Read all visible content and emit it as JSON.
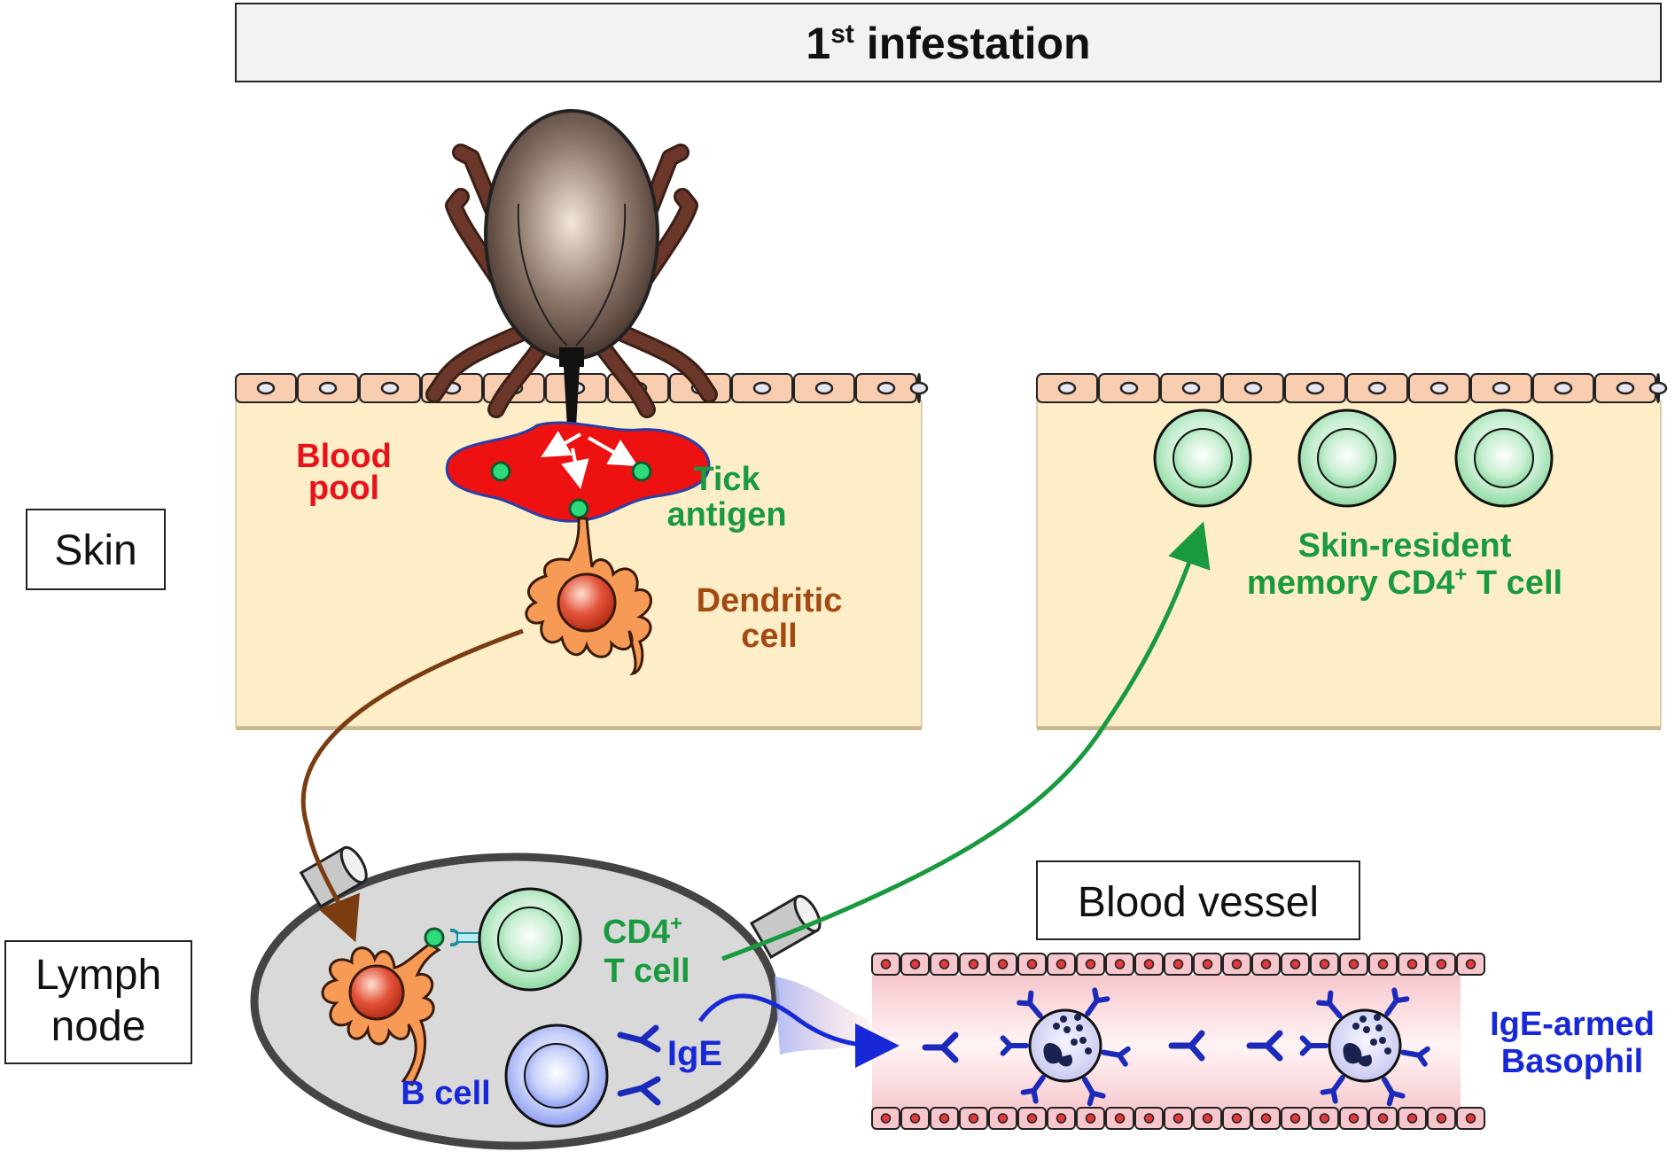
{
  "header": {
    "title_main": "1",
    "title_sup": "st",
    "title_rest": " infestation"
  },
  "side_labels": {
    "skin": "Skin",
    "lymph_line1": "Lymph",
    "lymph_line2": "node"
  },
  "labels": {
    "blood_pool_1": "Blood",
    "blood_pool_2": "pool",
    "tick_antigen_1": "Tick",
    "tick_antigen_2": "antigen",
    "dendritic_1": "Dendritic",
    "dendritic_2": "cell",
    "memory_1": "Skin-resident",
    "memory_2a": "memory CD4",
    "memory_2sup": "+",
    "memory_2b": " T cell",
    "cd4_1a": "CD4",
    "cd4_1sup": "+",
    "cd4_2": "T cell",
    "ige": "IgE",
    "bcell": "B cell",
    "blood_vessel": "Blood vessel",
    "basophil_1": "IgE-armed",
    "basophil_2": "Basophil"
  },
  "colors": {
    "skin_fill": "#fdeec8",
    "cell_row": "#f8cdb0",
    "blood": "#ee1111",
    "green": "#1a9a3e",
    "brown": "#a24a12",
    "blue": "#1728d8",
    "red_text": "#e8121b"
  }
}
